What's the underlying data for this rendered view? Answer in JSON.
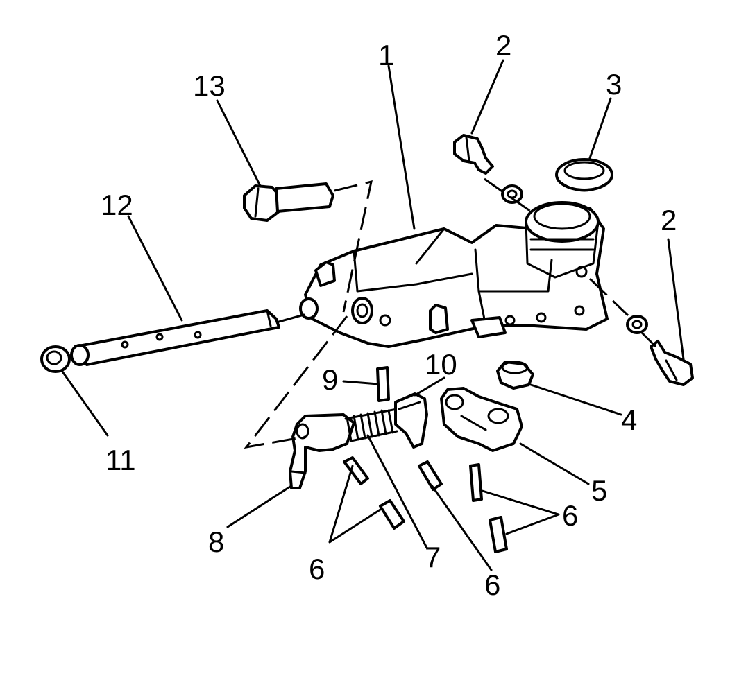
{
  "callouts": {
    "c1": "1",
    "c2a": "2",
    "c2b": "2",
    "c3": "3",
    "c4": "4",
    "c5": "5",
    "c6a": "6",
    "c6b": "6",
    "c6c": "6",
    "c7": "7",
    "c8": "8",
    "c9": "9",
    "c10": "10",
    "c11": "11",
    "c12": "12",
    "c13": "13"
  }
}
